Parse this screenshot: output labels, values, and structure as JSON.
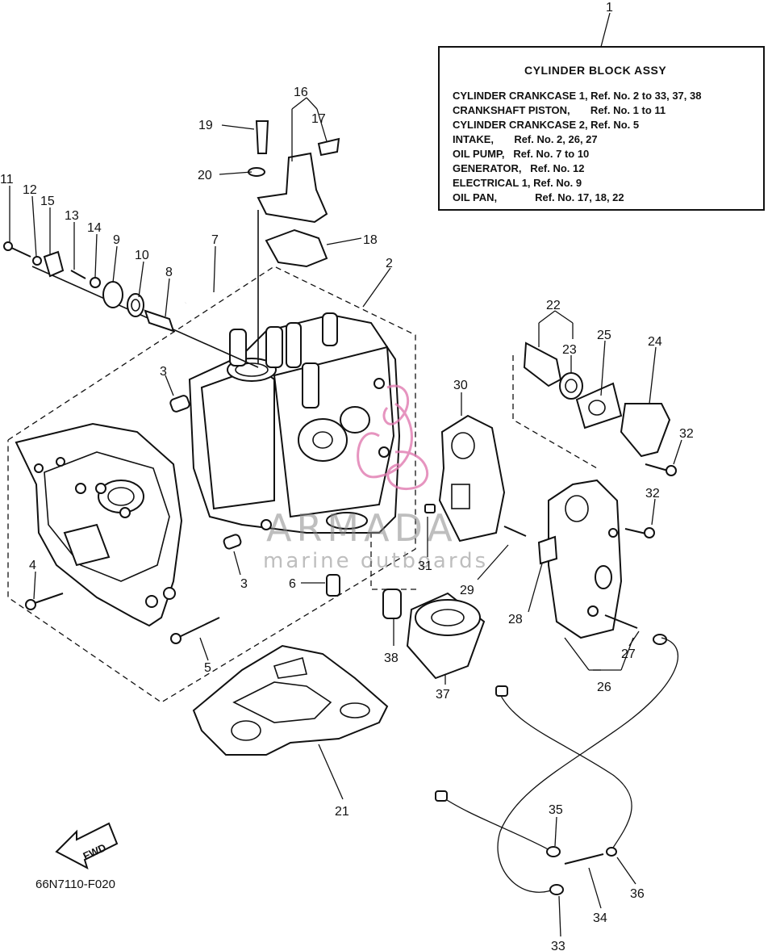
{
  "info_box": {
    "ref_number": "1",
    "title": "CYLINDER BLOCK ASSY",
    "lines": [
      "CYLINDER CRANKCASE 1, Ref. No. 2 to 33, 37, 38",
      "CRANKSHAFT PISTON,       Ref. No. 1 to 11",
      "CYLINDER CRANKCASE 2, Ref. No. 5",
      "INTAKE,       Ref. No. 2, 26, 27",
      "OIL PUMP,   Ref. No. 7 to 10",
      "GENERATOR,   Ref. No. 12",
      "ELECTRICAL 1, Ref. No. 9",
      "OIL PAN,             Ref. No. 17, 18, 22"
    ]
  },
  "callouts": {
    "n2": "2",
    "n3a": "3",
    "n3b": "3",
    "n4": "4",
    "n5": "5",
    "n6": "6",
    "n7": "7",
    "n8": "8",
    "n9": "9",
    "n10": "10",
    "n11": "11",
    "n12": "12",
    "n13": "13",
    "n14": "14",
    "n15": "15",
    "n16": "16",
    "n17": "17",
    "n18": "18",
    "n19": "19",
    "n20": "20",
    "n21": "21",
    "n22": "22",
    "n23": "23",
    "n24": "24",
    "n25": "25",
    "n26": "26",
    "n27": "27",
    "n28": "28",
    "n29": "29",
    "n30": "30",
    "n31": "31",
    "n32a": "32",
    "n32b": "32",
    "n33": "33",
    "n34": "34",
    "n35": "35",
    "n36": "36",
    "n37": "37",
    "n38": "38"
  },
  "fwd_label": "FWD",
  "diagram_code": "66N7110-F020",
  "watermark": {
    "brand": "ARMADA",
    "tagline": "marine outboards",
    "logo_color": "#e07ab0",
    "text_color": "#8a8a8a"
  },
  "colors": {
    "line": "#111111",
    "background": "#ffffff"
  }
}
